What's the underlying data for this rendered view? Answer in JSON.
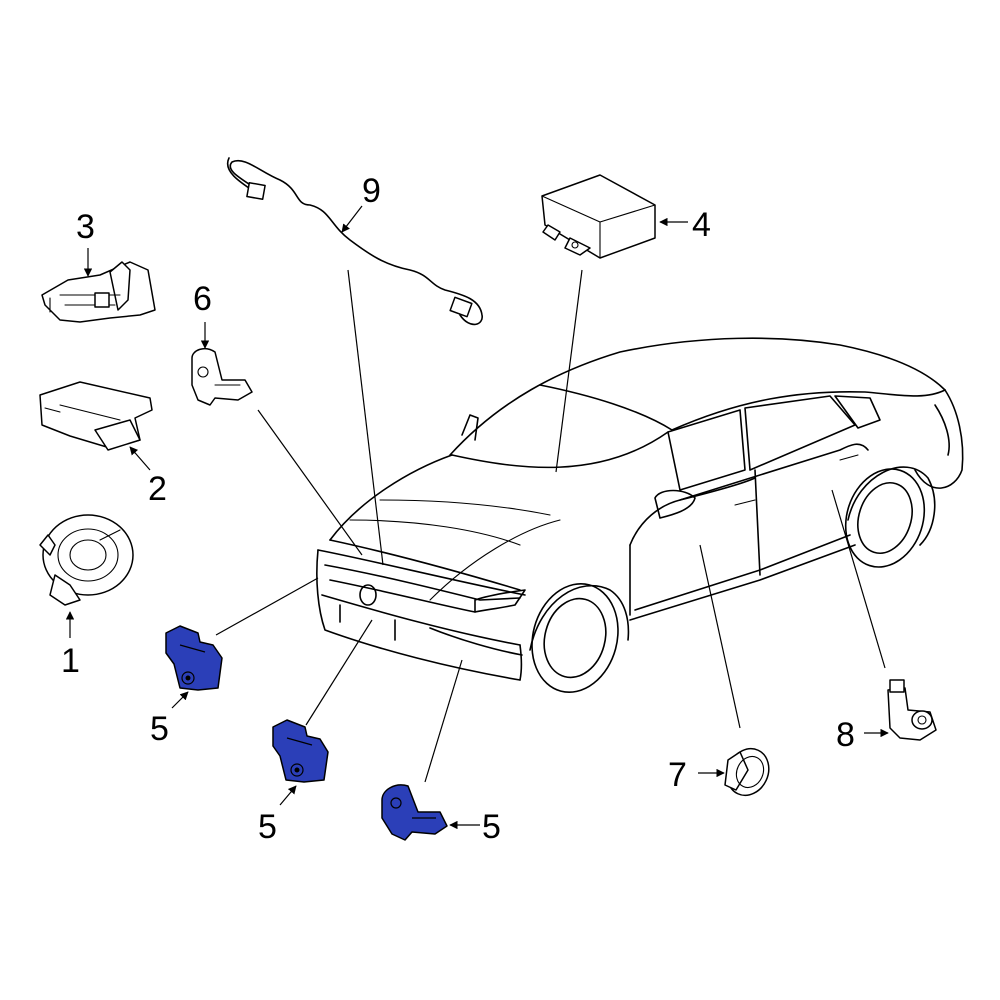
{
  "callouts": {
    "c1": "1",
    "c2": "2",
    "c3": "3",
    "c4": "4",
    "c5a": "5",
    "c5b": "5",
    "c5c": "5",
    "c6": "6",
    "c7": "7",
    "c8": "8",
    "c9": "9"
  },
  "colors": {
    "highlight": "#2b3fb8",
    "line": "#000000",
    "background": "#ffffff"
  }
}
